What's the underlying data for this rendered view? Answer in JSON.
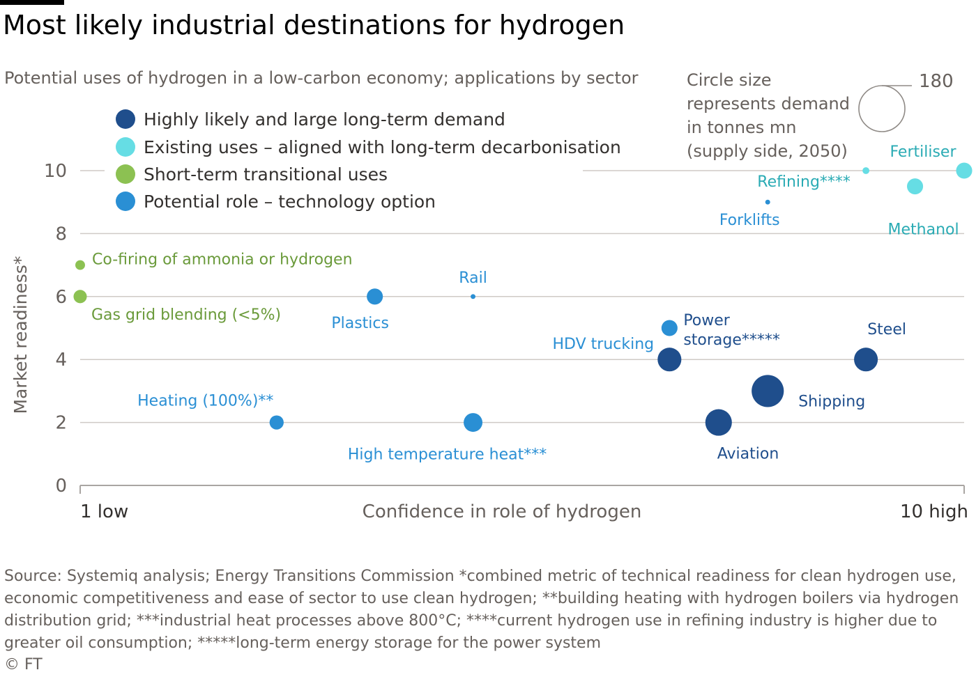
{
  "header": {
    "title": "Most likely industrial destinations for hydrogen",
    "subtitle": "Potential uses of hydrogen in a low-carbon economy; applications by sector"
  },
  "legend": {
    "items": [
      {
        "label": "Highly likely and large long-term demand",
        "color": "#1f4e8c"
      },
      {
        "label": "Existing uses  – aligned with long-term decarbonisation",
        "color": "#66dde4"
      },
      {
        "label": "Short-term transitional uses",
        "color": "#8cc152"
      },
      {
        "label": "Potential role  – technology option",
        "color": "#2a8fd4"
      }
    ]
  },
  "size_key": {
    "lines": [
      "Circle size",
      "represents demand",
      "in tonnes mn",
      "(supply side, 2050)"
    ],
    "value": "180"
  },
  "footer": {
    "source": "Source: Systemiq analysis; Energy Transitions Commission   *combined metric of technical readiness for clean hydrogen use, economic competitiveness and ease of sector to use clean hydrogen; **building heating with hydrogen boilers via hydrogen distribution grid; ***industrial heat processes above 800°C; ****current hydrogen use in refining industry is higher due to greater oil consumption; *****long-term energy storage for the power system",
    "copyright": "© FT"
  },
  "chart_data": {
    "type": "scatter",
    "ylabel": "Market readiness*",
    "xlabel": "Confidence in role of hydrogen",
    "x_tick_labels": {
      "min": "1 low",
      "max": "10 high"
    },
    "xlim": [
      1,
      10
    ],
    "ylim": [
      0,
      10
    ],
    "yticks": [
      0,
      2,
      4,
      6,
      8,
      10
    ],
    "grid": true,
    "size_reference": 180,
    "colors": {
      "highly_likely": "#1f4e8c",
      "existing": "#66dde4",
      "transitional": "#8cc152",
      "potential": "#2a8fd4",
      "label_highly_likely": "#1f4e8c",
      "label_existing": "#2aabb4",
      "label_transitional": "#6a9a3a",
      "label_potential": "#2a8fd4"
    },
    "points": [
      {
        "label": "Co-firing of ammonia or hydrogen",
        "x": 1.0,
        "y": 7.0,
        "size": 8,
        "category": "transitional"
      },
      {
        "label": "Gas grid blending (<5%)",
        "x": 1.0,
        "y": 6.0,
        "size": 15,
        "category": "transitional"
      },
      {
        "label": "Plastics",
        "x": 4.0,
        "y": 6.0,
        "size": 22,
        "category": "potential"
      },
      {
        "label": "Rail",
        "x": 5.0,
        "y": 6.0,
        "size": 2,
        "category": "potential"
      },
      {
        "label": "HDV trucking",
        "x": 7.0,
        "y": 5.0,
        "size": 22,
        "category": "potential"
      },
      {
        "label": "Heating (100%)**",
        "x": 3.0,
        "y": 2.0,
        "size": 17,
        "category": "potential"
      },
      {
        "label": "High temperature heat***",
        "x": 5.0,
        "y": 2.0,
        "size": 30,
        "category": "potential"
      },
      {
        "label": "Forklifts",
        "x": 8.0,
        "y": 9.0,
        "size": 2,
        "category": "potential"
      },
      {
        "label": "Refining****",
        "x": 9.0,
        "y": 10.0,
        "size": 4,
        "category": "existing"
      },
      {
        "label": "Methanol",
        "x": 9.5,
        "y": 9.5,
        "size": 22,
        "category": "existing"
      },
      {
        "label": "Fertiliser",
        "x": 10.0,
        "y": 10.0,
        "size": 22,
        "category": "existing"
      },
      {
        "label": "Power storage*****",
        "x": 7.0,
        "y": 4.0,
        "size": 48,
        "category": "highly_likely"
      },
      {
        "label": "Steel",
        "x": 9.0,
        "y": 4.0,
        "size": 48,
        "category": "highly_likely"
      },
      {
        "label": "Shipping",
        "x": 8.0,
        "y": 3.0,
        "size": 88,
        "category": "highly_likely"
      },
      {
        "label": "Aviation",
        "x": 7.5,
        "y": 2.0,
        "size": 60,
        "category": "highly_likely"
      }
    ]
  }
}
